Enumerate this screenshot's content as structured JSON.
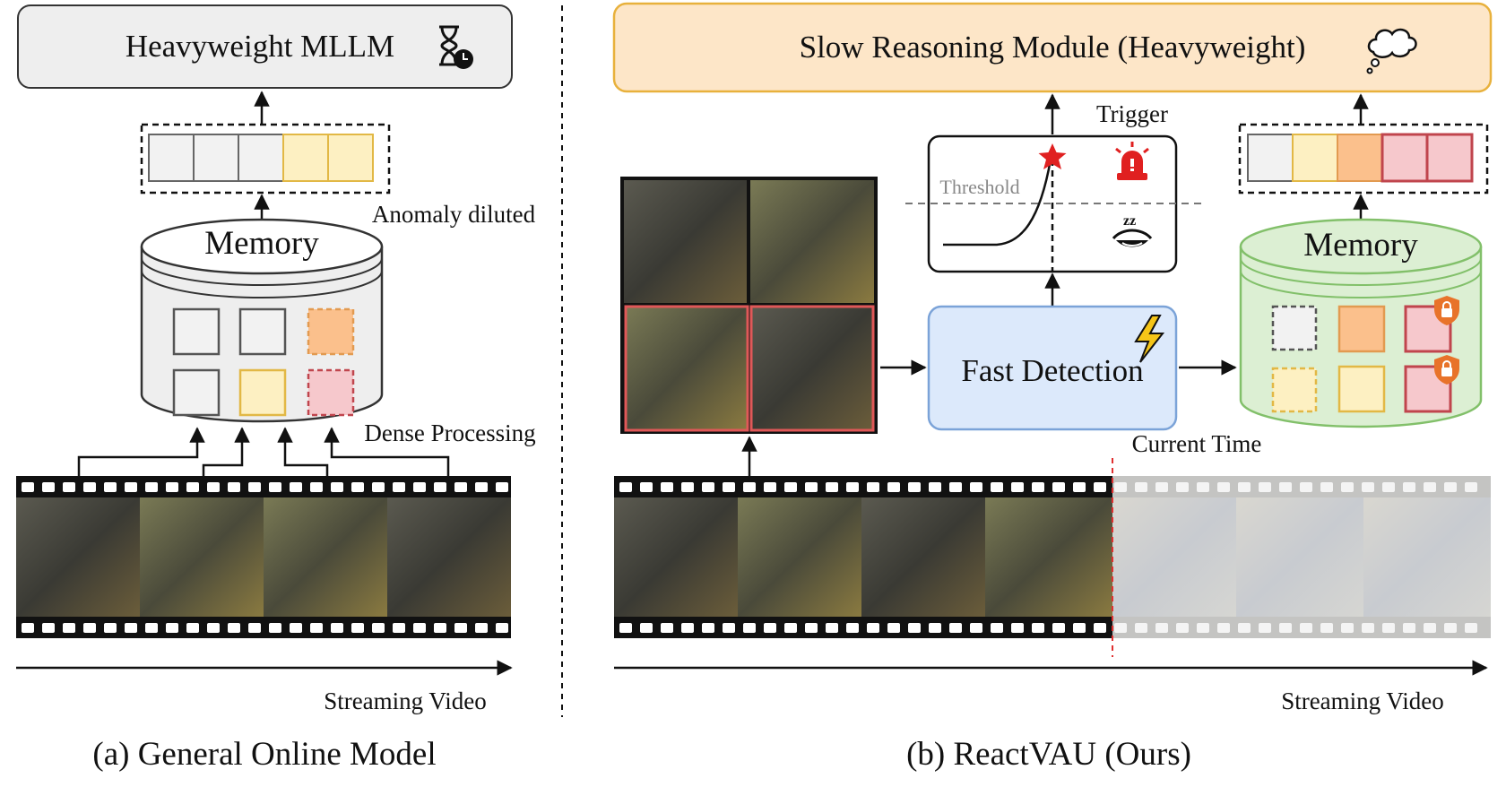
{
  "panel_a": {
    "mllm_label": "Heavyweight MLLM",
    "memory_label": "Memory",
    "anomaly_label": "Anomaly diluted",
    "dense_label": "Dense Processing",
    "streaming_label": "Streaming Video",
    "caption": "(a) General Online Model"
  },
  "panel_b": {
    "slow_label": "Slow Reasoning Module (Heavyweight)",
    "trigger_label": "Trigger",
    "threshold_label": "Threshold",
    "fast_label": "Fast Detection",
    "memory_label": "Memory",
    "current_time_label": "Current Time",
    "streaming_label": "Streaming Video",
    "caption": "(b) ReactVAU (Ours)"
  },
  "icons": [
    "hourglass-clock-icon",
    "thought-bubble-icon",
    "alarm-siren-icon",
    "sleeping-eye-icon",
    "lightning-icon",
    "lock-shield-icon"
  ],
  "colors": {
    "slow_module_fill": "#fde6c8",
    "slow_module_border": "#e8b13c",
    "fast_detection_fill": "#dce9fb",
    "fast_detection_border": "#7ba3d8",
    "memory_green_fill": "#dcefd3",
    "memory_green_border": "#82c06a",
    "memory_gray_fill": "#eeeeee",
    "token_gray": "#f2f2f2",
    "token_yellow": "#fdf0c2",
    "token_orange": "#fbc08c",
    "token_red": "#f6c8cc",
    "anomaly_red_border": "#c0454d",
    "alarm_red": "#e02020"
  }
}
